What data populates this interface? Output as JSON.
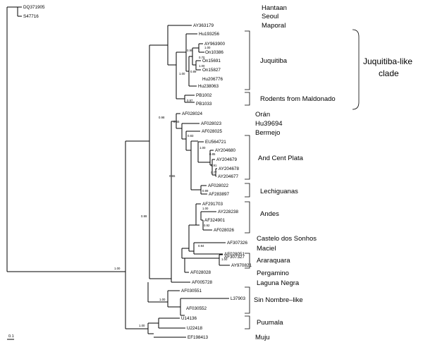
{
  "leaves": {
    "dq": "DQ371905",
    "s47716": "S47716",
    "ay363179": "AY363179",
    "hu193256": "Hu193256",
    "ay963900": "AY963900",
    "on10386": "On10386",
    "on15691": "On15691",
    "on15827": "On15827",
    "hu206776": "Hu206776",
    "hu238063": "Hu238063",
    "pb1002": "PB1002",
    "pb1033": "PB1033",
    "af028024": "AF028024",
    "af028023": "AF028023",
    "af028025": "AF028025",
    "eu564721": "EU564721",
    "ay204680": "AY204680",
    "ay204679": "AY204679",
    "ay204678": "AY204678",
    "ay204677": "AY204677",
    "af028022": "AF028022",
    "af283897": "AF283897",
    "af291703": "AF291703",
    "ay228238": "AY228238",
    "af324901": "AF324901",
    "af028026": "AF028026",
    "af307326": "AF307326",
    "af028051": "AF028051",
    "af307327": "AF307327",
    "ay970821": "AY970821",
    "af028028": "AF028028",
    "af005728": "AF005728",
    "af030551": "AF030551",
    "l37903": "L37903",
    "af030552": "AF030552",
    "u14136": "U14136",
    "u22418": "U22418",
    "ef198413": "EF198413"
  },
  "support": {
    "root": "1.00",
    "upper": "0.99",
    "orange": "0.98",
    "juq_clade": "1.00",
    "juq": "0.99",
    "hu_an": "1.00",
    "on_a": "0.70",
    "on_b": "1.00",
    "on_c": "0.89",
    "pb": "0.97",
    "upper2": "0.65",
    "bermejo": "0.83",
    "and_cent": "1.00",
    "acp_a": "0.85",
    "acp_b": "0.91",
    "acp_c": "0.77",
    "lech": "0.99",
    "lower_a": "0.65",
    "andes_a": "1.00",
    "andes_b": "0.92",
    "castelo": "0.94",
    "arar": "1.00",
    "sn": "1.00",
    "puu": "1.00"
  },
  "groups": {
    "hantaan": "Hantaan",
    "seoul": "Seoul",
    "maporal": "Maporal",
    "juquitiba": "Juquitiba",
    "rodents": "Rodents from Maldonado",
    "oran": "Orán",
    "hu39694": "Hu39694",
    "bermejo": "Bermejo",
    "and_cent": "And Cent Plata",
    "lechiguanas": "Lechiguanas",
    "andes": "Andes",
    "castelo": "Castelo dos Sonhos",
    "maciel": "Maciel",
    "araraquara": "Araraquara",
    "pergamino": "Pergamino",
    "laguna": "Laguna Negra",
    "sin_nombre": "Sin Nombre–like",
    "puumala": "Puumala",
    "muju": "Muju"
  },
  "clade": {
    "line1": "Juquitiba-like",
    "line2": "clade"
  },
  "scale_label": "0.1"
}
